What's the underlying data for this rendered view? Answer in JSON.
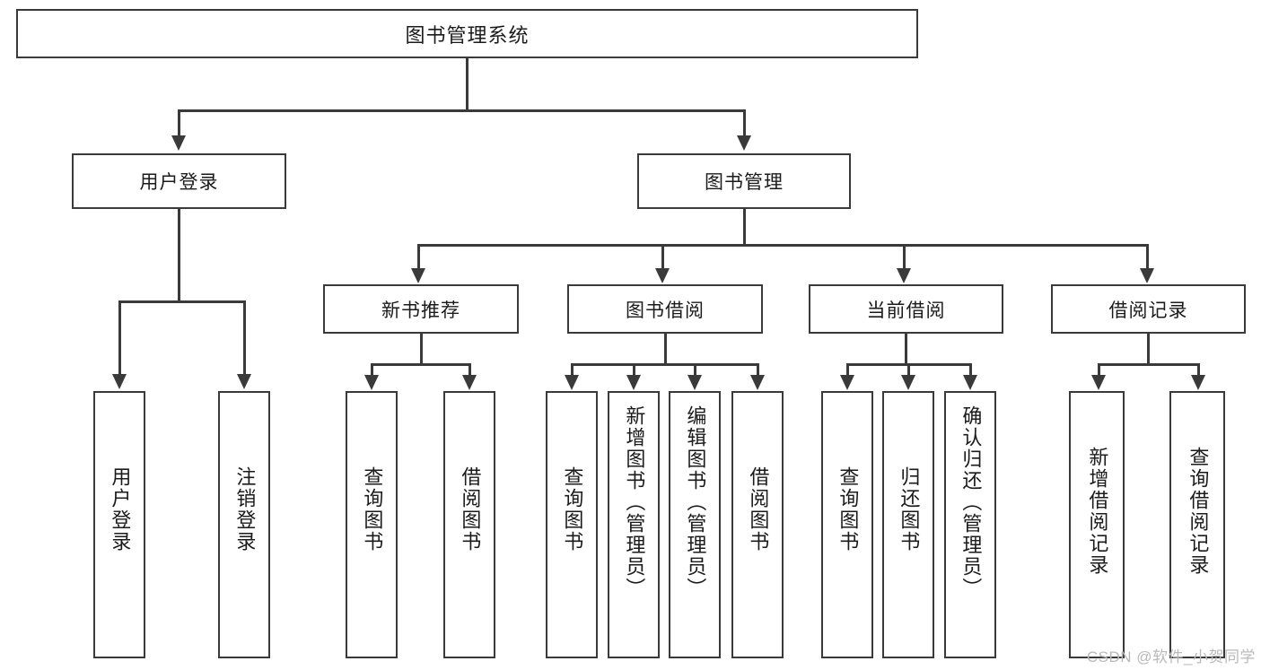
{
  "diagram": {
    "title": "图书管理系统",
    "type": "tree-diagram",
    "root": {
      "label": "图书管理系统"
    },
    "level1": [
      {
        "label": "用户登录"
      },
      {
        "label": "图书管理"
      }
    ],
    "level2": [
      {
        "label": "新书推荐"
      },
      {
        "label": "图书借阅"
      },
      {
        "label": "当前借阅"
      },
      {
        "label": "借阅记录"
      }
    ],
    "leaves": {
      "user_login": [
        {
          "label": "用户登录"
        },
        {
          "label": "注销登录"
        }
      ],
      "new_book_recommend": [
        {
          "label": "查询图书"
        },
        {
          "label": "借阅图书"
        }
      ],
      "book_borrow": [
        {
          "label": "查询图书"
        },
        {
          "label": "新增图书（管理员）"
        },
        {
          "label": "编辑图书（管理员）"
        },
        {
          "label": "借阅图书"
        }
      ],
      "current_borrow": [
        {
          "label": "查询图书"
        },
        {
          "label": "归还图书"
        },
        {
          "label": "确认归还（管理员）"
        }
      ],
      "borrow_record": [
        {
          "label": "新增借阅记录"
        },
        {
          "label": "查询借阅记录"
        }
      ]
    }
  },
  "watermark": {
    "text": "CSDN @软件_小贺同学"
  },
  "colors": {
    "stroke": "#3a3a3a",
    "background": "#ffffff",
    "text": "#1b1b1b",
    "watermark": "#b9b9b9"
  }
}
